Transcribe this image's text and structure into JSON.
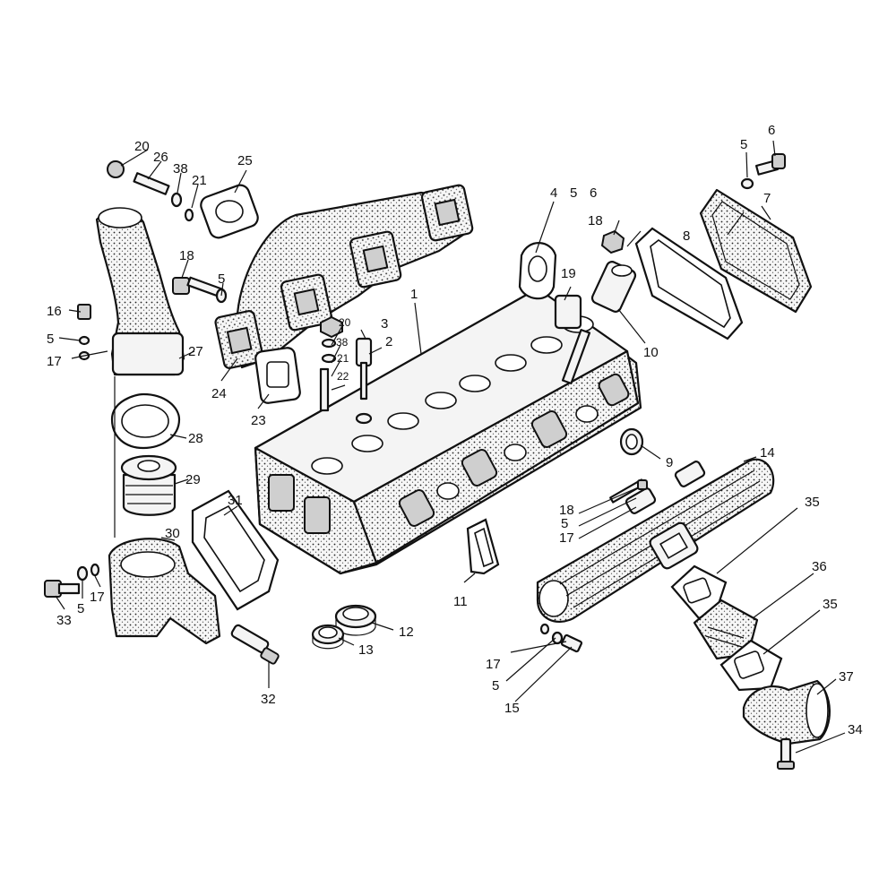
{
  "labels": [
    {
      "id": "l1",
      "text": "1"
    },
    {
      "id": "l2",
      "text": "2"
    },
    {
      "id": "l3",
      "text": "3"
    },
    {
      "id": "l4",
      "text": "4"
    },
    {
      "id": "l5a",
      "text": "5"
    },
    {
      "id": "l6a",
      "text": "6"
    },
    {
      "id": "l5b",
      "text": "5"
    },
    {
      "id": "l6b",
      "text": "6"
    },
    {
      "id": "l7",
      "text": "7"
    },
    {
      "id": "l8",
      "text": "8"
    },
    {
      "id": "l9",
      "text": "9"
    },
    {
      "id": "l10",
      "text": "10"
    },
    {
      "id": "l11",
      "text": "11"
    },
    {
      "id": "l12",
      "text": "12"
    },
    {
      "id": "l13",
      "text": "13"
    },
    {
      "id": "l14",
      "text": "14"
    },
    {
      "id": "l15",
      "text": "15"
    },
    {
      "id": "l16",
      "text": "16"
    },
    {
      "id": "l5c",
      "text": "5"
    },
    {
      "id": "l17a",
      "text": "17"
    },
    {
      "id": "l18a",
      "text": "18"
    },
    {
      "id": "l5d",
      "text": "5"
    },
    {
      "id": "l18b",
      "text": "18"
    },
    {
      "id": "l19",
      "text": "19"
    },
    {
      "id": "l20a",
      "text": "20"
    },
    {
      "id": "l26",
      "text": "26"
    },
    {
      "id": "l38a",
      "text": "38"
    },
    {
      "id": "l21a",
      "text": "21"
    },
    {
      "id": "l25",
      "text": "25"
    },
    {
      "id": "l20b",
      "text": "20"
    },
    {
      "id": "l38b",
      "text": "38"
    },
    {
      "id": "l21b",
      "text": "21"
    },
    {
      "id": "l22",
      "text": "22"
    },
    {
      "id": "l23",
      "text": "23"
    },
    {
      "id": "l24",
      "text": "24"
    },
    {
      "id": "l27",
      "text": "27"
    },
    {
      "id": "l28",
      "text": "28"
    },
    {
      "id": "l29",
      "text": "29"
    },
    {
      "id": "l30",
      "text": "30"
    },
    {
      "id": "l31",
      "text": "31"
    },
    {
      "id": "l32",
      "text": "32"
    },
    {
      "id": "l33",
      "text": "33"
    },
    {
      "id": "l5e",
      "text": "5"
    },
    {
      "id": "l17b",
      "text": "17"
    },
    {
      "id": "l18c",
      "text": "18"
    },
    {
      "id": "l5f",
      "text": "5"
    },
    {
      "id": "l17c",
      "text": "17"
    },
    {
      "id": "l17d",
      "text": "17"
    },
    {
      "id": "l5g",
      "text": "5"
    },
    {
      "id": "l35a",
      "text": "35"
    },
    {
      "id": "l36",
      "text": "36"
    },
    {
      "id": "l35b",
      "text": "35"
    },
    {
      "id": "l37",
      "text": "37"
    },
    {
      "id": "l34",
      "text": "34"
    }
  ]
}
